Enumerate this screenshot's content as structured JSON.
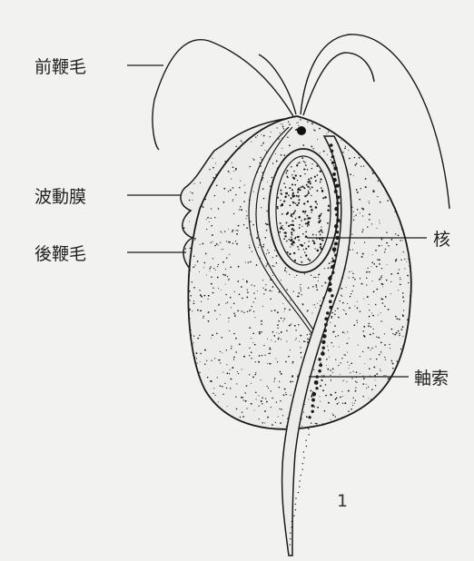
{
  "figure": {
    "labels": {
      "anterior_flagella": "前鞭毛",
      "undulating_membrane": "波動膜",
      "posterior_flagellum": "後鞭毛",
      "nucleus": "核",
      "axostyle": "軸索"
    },
    "figure_number": "1",
    "colors": {
      "background": "#f2f2f0",
      "ink": "#1a1a1a",
      "cell_fill": "#ececea"
    }
  }
}
